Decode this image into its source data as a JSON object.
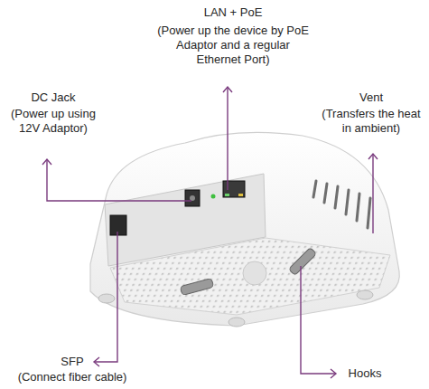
{
  "diagram": {
    "labels": [
      "LAN + PoE",
      "(Power up the device by PoE Adaptor and a regular Ethernet Port)",
      "DC Jack",
      "(Power up using 12V Adaptor)",
      "Vent",
      "(Transfers the heat in ambient)",
      "SFP",
      "(Connect fiber cable)",
      "Hooks"
    ]
  }
}
